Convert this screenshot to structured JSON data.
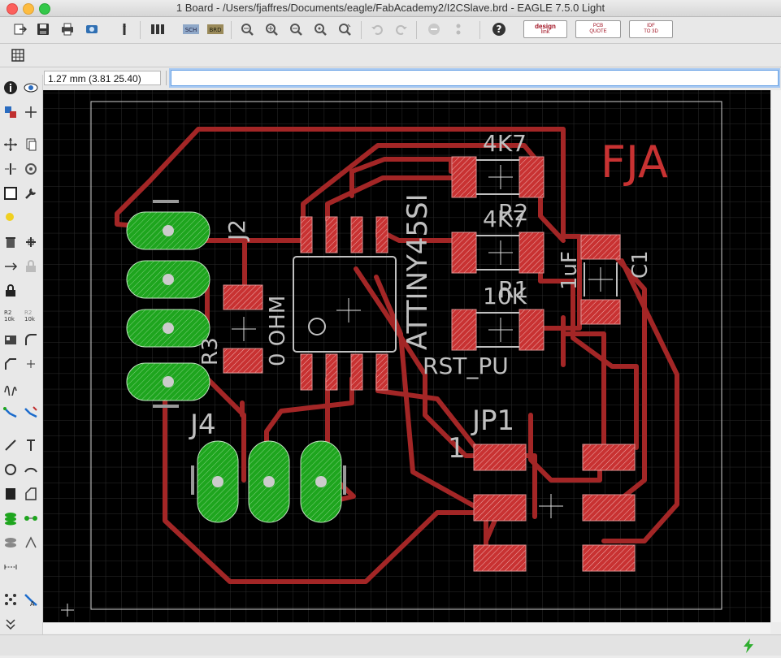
{
  "window": {
    "title": "1 Board - /Users/fjaffres/Documents/eagle/FabAcademy2/I2CSlave.brd - EAGLE 7.5.0 Light"
  },
  "toolbar": {
    "icons": [
      "open-icon",
      "save-icon",
      "print-icon",
      "cam-icon",
      "script-icon",
      "layers-icon",
      "sch-icon",
      "brd-icon",
      "zoom-fit-icon",
      "zoom-in-icon",
      "zoom-out-icon",
      "zoom-redraw-icon",
      "zoom-select-icon",
      "undo-icon",
      "redo-icon",
      "stop-icon",
      "go-icon",
      "help-icon"
    ],
    "designlink": {
      "line1": "design",
      "line2": "link"
    },
    "pcbquote": {
      "line1": "PCB",
      "line2": "QUOTE"
    },
    "idf": {
      "line1": "IDF",
      "line2": "TO 3D"
    }
  },
  "commandbar": {
    "coordinate": "1.27 mm (3.81 25.40)",
    "command_value": ""
  },
  "board": {
    "labels": {
      "fja": "FJA",
      "j2": "J2",
      "j4": "J4",
      "r3": "R3",
      "r3_value": "0 OHM",
      "ic_name": "ATTINY45SI",
      "r2_value": "4K7",
      "r2_name": "R2",
      "r1_value": "4K7",
      "r1_name": "R1",
      "rstpu_value": "10K",
      "rstpu_name": "RST_PU",
      "c1_value": "1uF",
      "c1_name": "C1",
      "jp1": "JP1",
      "pin1": "1"
    },
    "colors": {
      "trace": "#b22a2a",
      "pad": "#c83232",
      "ground": "#1ea51e",
      "outline": "#c8c8c8",
      "grid": "#2a2a2a",
      "background": "#000000"
    }
  },
  "sidebar": {
    "tools": [
      "info-icon",
      "show-icon",
      "display-icon",
      "mark-icon",
      "move-icon",
      "copy-icon",
      "mirror-icon",
      "rotate-icon",
      "group-icon",
      "change-icon",
      "paste-icon",
      "delete-icon",
      "add-icon",
      "replace-icon",
      "lock-icon",
      "name-icon",
      "value-icon",
      "smash-icon",
      "miter-icon",
      "split-icon",
      "optimize-icon",
      "route-icon",
      "ripup-icon",
      "wire-icon",
      "text-icon",
      "circle-icon",
      "arc-icon",
      "rect-icon",
      "polygon-icon",
      "via-icon",
      "signal-icon",
      "hole-icon",
      "attribute-icon",
      "dimension-icon",
      "ratsnest-icon",
      "autoroute-icon",
      "more-icon"
    ]
  }
}
